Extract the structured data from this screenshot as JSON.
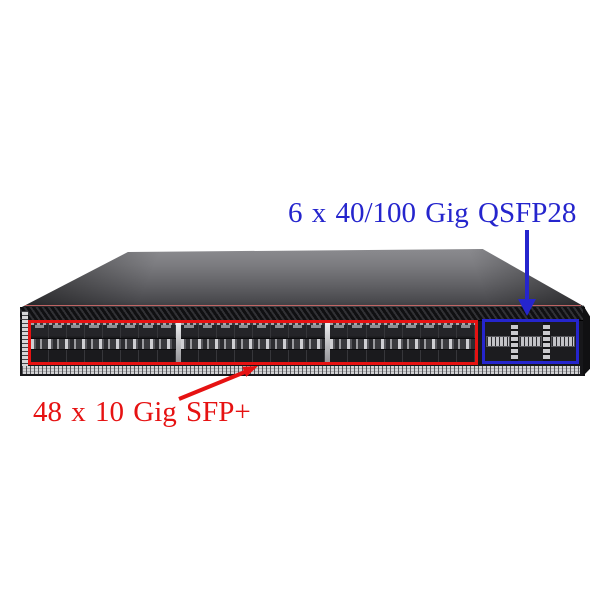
{
  "figure": {
    "background": "#ffffff",
    "subject": "Data-center switch front view with annotated port regions"
  },
  "annotations": {
    "qsfp": {
      "label": "6 x 40/100 Gig QSFP28",
      "color": "#2525cd",
      "count": 6,
      "speed": "40/100 Gig",
      "port_type": "QSFP28"
    },
    "sfp": {
      "label": "48 x 10 Gig SFP+",
      "color": "#e61212",
      "count": 48,
      "speed": "10 Gig",
      "port_type": "SFP+"
    }
  },
  "switch": {
    "sfp_groups": 3,
    "sfp_columns_per_group": 8,
    "rows": 2,
    "qsfp_columns": 3,
    "accent_line_color": "#c76767"
  }
}
